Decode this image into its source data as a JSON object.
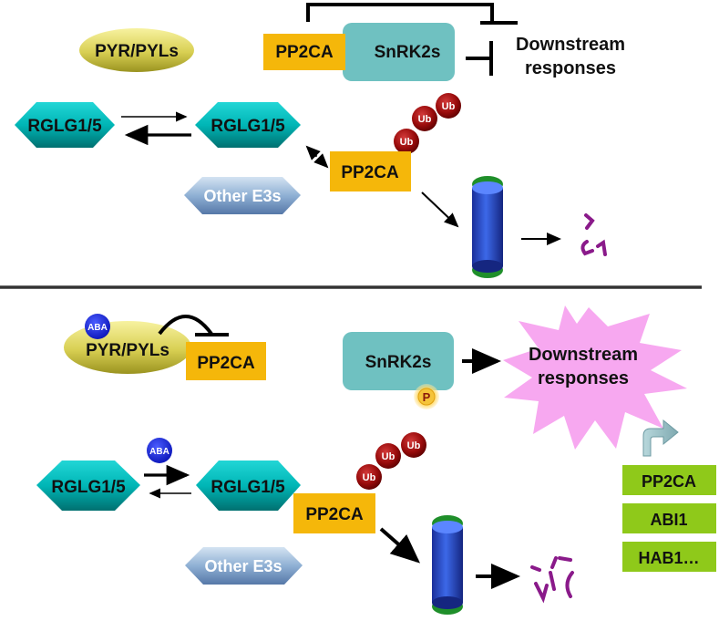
{
  "top": {
    "pyr_label": "PYR/PYLs",
    "pp2ca_complex_label": "PP2CA",
    "snrk2s_label": "SnRK2s",
    "downstream_line1": "Downstream",
    "downstream_line2": "responses",
    "rglg_left_label": "RGLG1/5",
    "rglg_right_label": "RGLG1/5",
    "other_e3s_label": "Other E3s",
    "pp2ca_ub_label": "PP2CA",
    "ub_labels": [
      "Ub",
      "Ub",
      "Ub"
    ]
  },
  "bottom": {
    "aba_label_1": "ABA",
    "pyr_label": "PYR/PYLs",
    "pp2ca_bound_label": "PP2CA",
    "snrk2s_label": "SnRK2s",
    "phospho_label": "P",
    "downstream_line1": "Downstream",
    "downstream_line2": "responses",
    "aba_label_2": "ABA",
    "rglg_left_label": "RGLG1/5",
    "rglg_right_label": "RGLG1/5",
    "pp2ca_ub_label": "PP2CA",
    "ub_labels": [
      "Ub",
      "Ub",
      "Ub"
    ],
    "other_e3s_label": "Other E3s",
    "genes": [
      "PP2CA",
      "ABI1",
      "HAB1…"
    ]
  },
  "colors": {
    "pp2ca": "#f5b70a",
    "snrk2s": "#6fc1c1",
    "rglg": "#00c4c4",
    "ub": "#8b0a0a",
    "aba": "#1a1ae0",
    "burst": "#f7a8f0",
    "gene_box": "#8fc91a",
    "proteasome": "#2a4fd0",
    "fragments": "#8a1a8a"
  }
}
